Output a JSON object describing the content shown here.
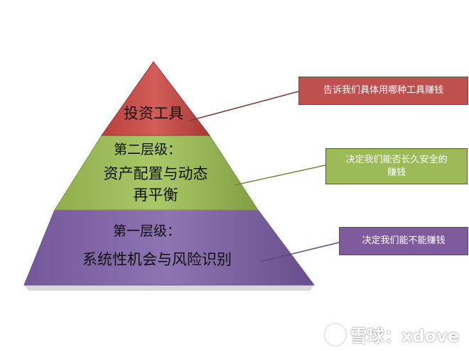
{
  "pyramid": {
    "top": {
      "label": "投资工具",
      "color": "#c0504d"
    },
    "middle": {
      "title": "第二层级：",
      "line1": "资产配置与动态",
      "line2": "再平衡",
      "color": "#9bbb59"
    },
    "bottom": {
      "title": "第一层级：",
      "line1": "系统性机会与风险识别",
      "color": "#8064a2"
    }
  },
  "callouts": {
    "top": {
      "text": "告诉我们具体用哪种工具赚钱",
      "color": "#c0504d"
    },
    "middle": {
      "line1": "决定我们能否长久安全的",
      "line2": "赚钱",
      "color": "#9bbb59"
    },
    "bottom": {
      "text": "决定我们能不能赚钱",
      "color": "#7f5a9d"
    }
  },
  "watermark": {
    "text": "雪球：xdove"
  }
}
